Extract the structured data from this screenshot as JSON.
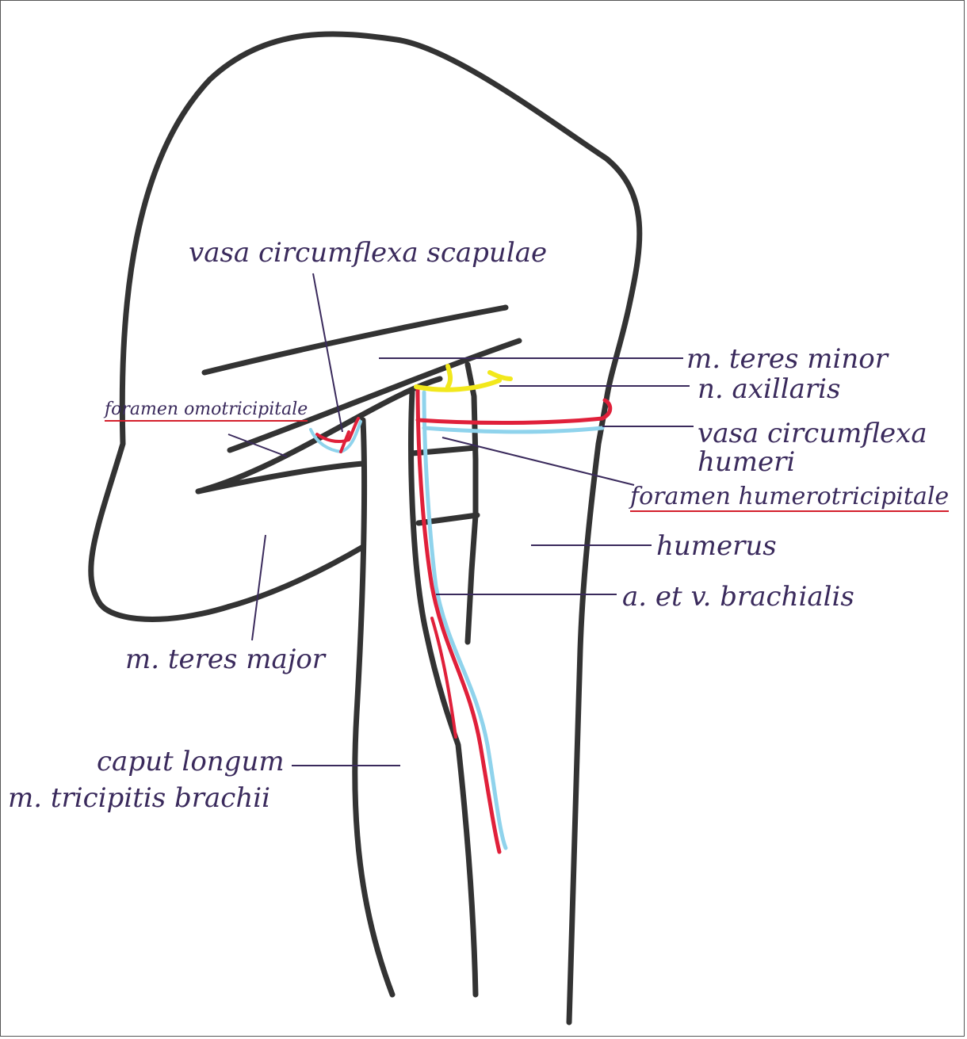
{
  "labels": {
    "vasa_circumflexa_scapulae": "vasa circumflexa scapulae",
    "m_teres_minor": "m. teres minor",
    "n_axillaris": "n. axillaris",
    "foramen_omotricipitale": "foramen omotricipitale",
    "vasa_circumflexa_humeri_1": "vasa circumflexa",
    "vasa_circumflexa_humeri_2": "humeri",
    "foramen_humerotricipitale": "foramen humerotricipitale",
    "humerus": "humerus",
    "a_et_v_brachialis": "a. et v. brachialis",
    "m_teres_major": "m. teres major",
    "caput_longum_1": "caput longum",
    "caput_longum_2": "m. tricipitis brachii"
  },
  "colors": {
    "outline": "#333333",
    "artery": "#e0203a",
    "vein": "#8fd3ec",
    "nerve": "#f2e81c",
    "ink": "#3a2a5c",
    "underline": "#d41f2c"
  }
}
